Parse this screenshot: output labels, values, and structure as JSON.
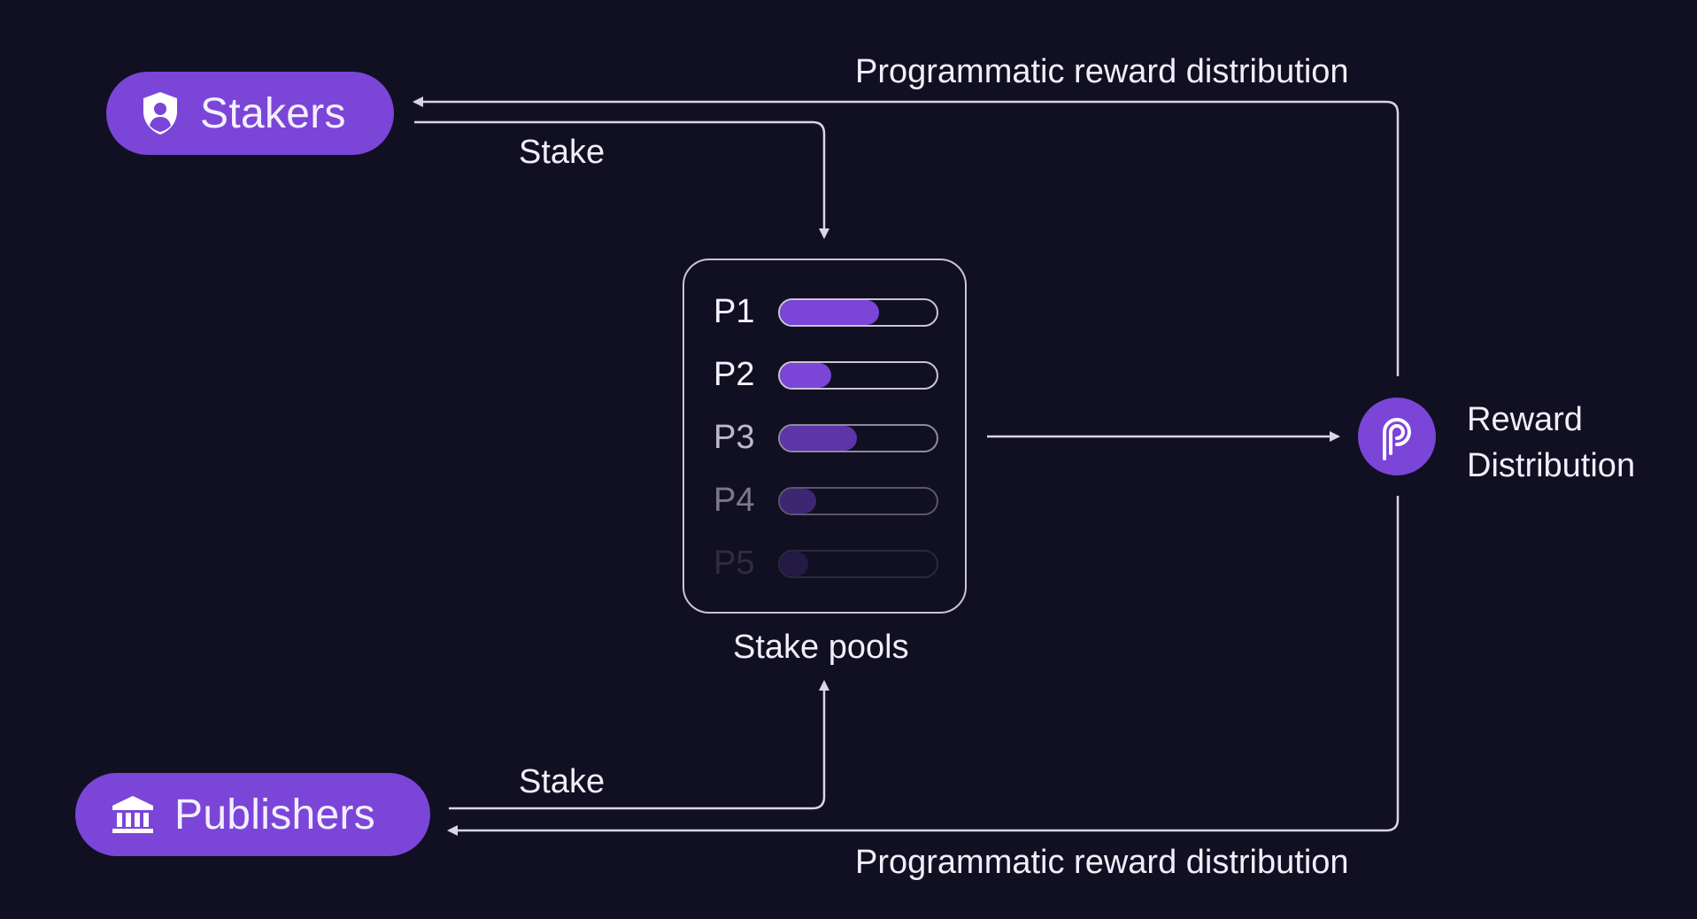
{
  "stakers": {
    "label": "Stakers",
    "icon": "shield-user-icon"
  },
  "publishers": {
    "label": "Publishers",
    "icon": "bank-icon"
  },
  "flows": {
    "top_reward": "Programmatic reward distribution",
    "bottom_reward": "Programmatic reward distribution",
    "stake_top": "Stake",
    "stake_bottom": "Stake"
  },
  "pools": {
    "caption": "Stake pools",
    "items": [
      {
        "name": "P1",
        "fill": 0.63,
        "fill_color": "#7b45d8",
        "track_color": "#c9c5d6",
        "text_color": "#f4f2fa"
      },
      {
        "name": "P2",
        "fill": 0.33,
        "fill_color": "#7b45d8",
        "track_color": "#c9c5d6",
        "text_color": "#f4f2fa"
      },
      {
        "name": "P3",
        "fill": 0.49,
        "fill_color": "#5e35a8",
        "track_color": "#8e8a9f",
        "text_color": "#bdb9c9"
      },
      {
        "name": "P4",
        "fill": 0.23,
        "fill_color": "#3d2772",
        "track_color": "#5a5670",
        "text_color": "#7b778d"
      },
      {
        "name": "P5",
        "fill": 0.18,
        "fill_color": "#231a45",
        "track_color": "#2b283d",
        "text_color": "#2f2c42"
      }
    ]
  },
  "reward": {
    "label_line1": "Reward",
    "label_line2": "Distribution",
    "icon": "pyth-logo-icon"
  },
  "colors": {
    "background": "#110f22",
    "accent": "#7b45d8",
    "line": "#d9d6e3"
  }
}
